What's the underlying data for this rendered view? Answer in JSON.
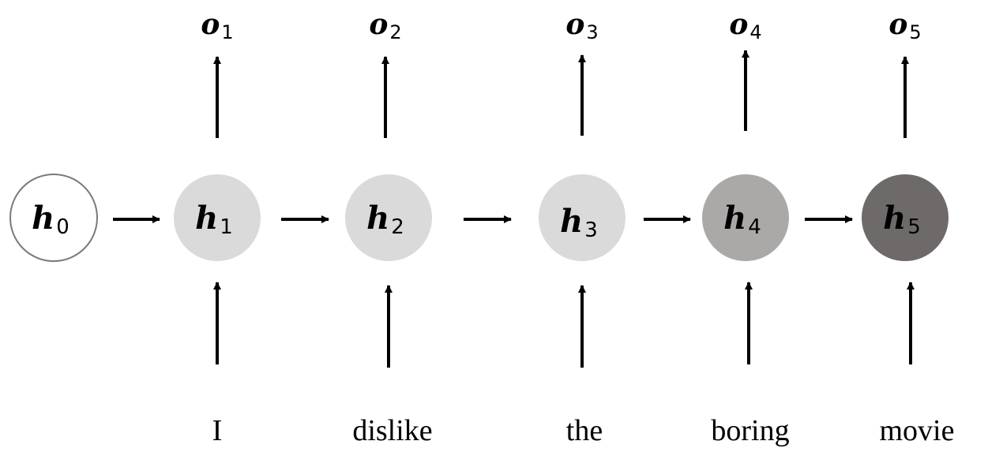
{
  "diagram": {
    "hidden_states": [
      {
        "letter": "h",
        "sub": "0",
        "fill": "#ffffff",
        "stroke": "#7a7a7a"
      },
      {
        "letter": "h",
        "sub": "1",
        "fill": "#dadada",
        "stroke": "none"
      },
      {
        "letter": "h",
        "sub": "2",
        "fill": "#dadada",
        "stroke": "none"
      },
      {
        "letter": "h",
        "sub": "3",
        "fill": "#dadada",
        "stroke": "none"
      },
      {
        "letter": "h",
        "sub": "4",
        "fill": "#aba8a8",
        "stroke": "none"
      },
      {
        "letter": "h",
        "sub": "5",
        "fill": "#6e6a6a",
        "stroke": "none"
      }
    ],
    "outputs": [
      {
        "letter": "o",
        "sub": "1"
      },
      {
        "letter": "o",
        "sub": "2"
      },
      {
        "letter": "o",
        "sub": "3"
      },
      {
        "letter": "o",
        "sub": "4"
      },
      {
        "letter": "o",
        "sub": "5"
      }
    ],
    "inputs": [
      "I",
      "dislike",
      "the",
      "boring",
      "movie"
    ]
  },
  "colors": {
    "arrow": "#000000",
    "text": "#000000"
  }
}
